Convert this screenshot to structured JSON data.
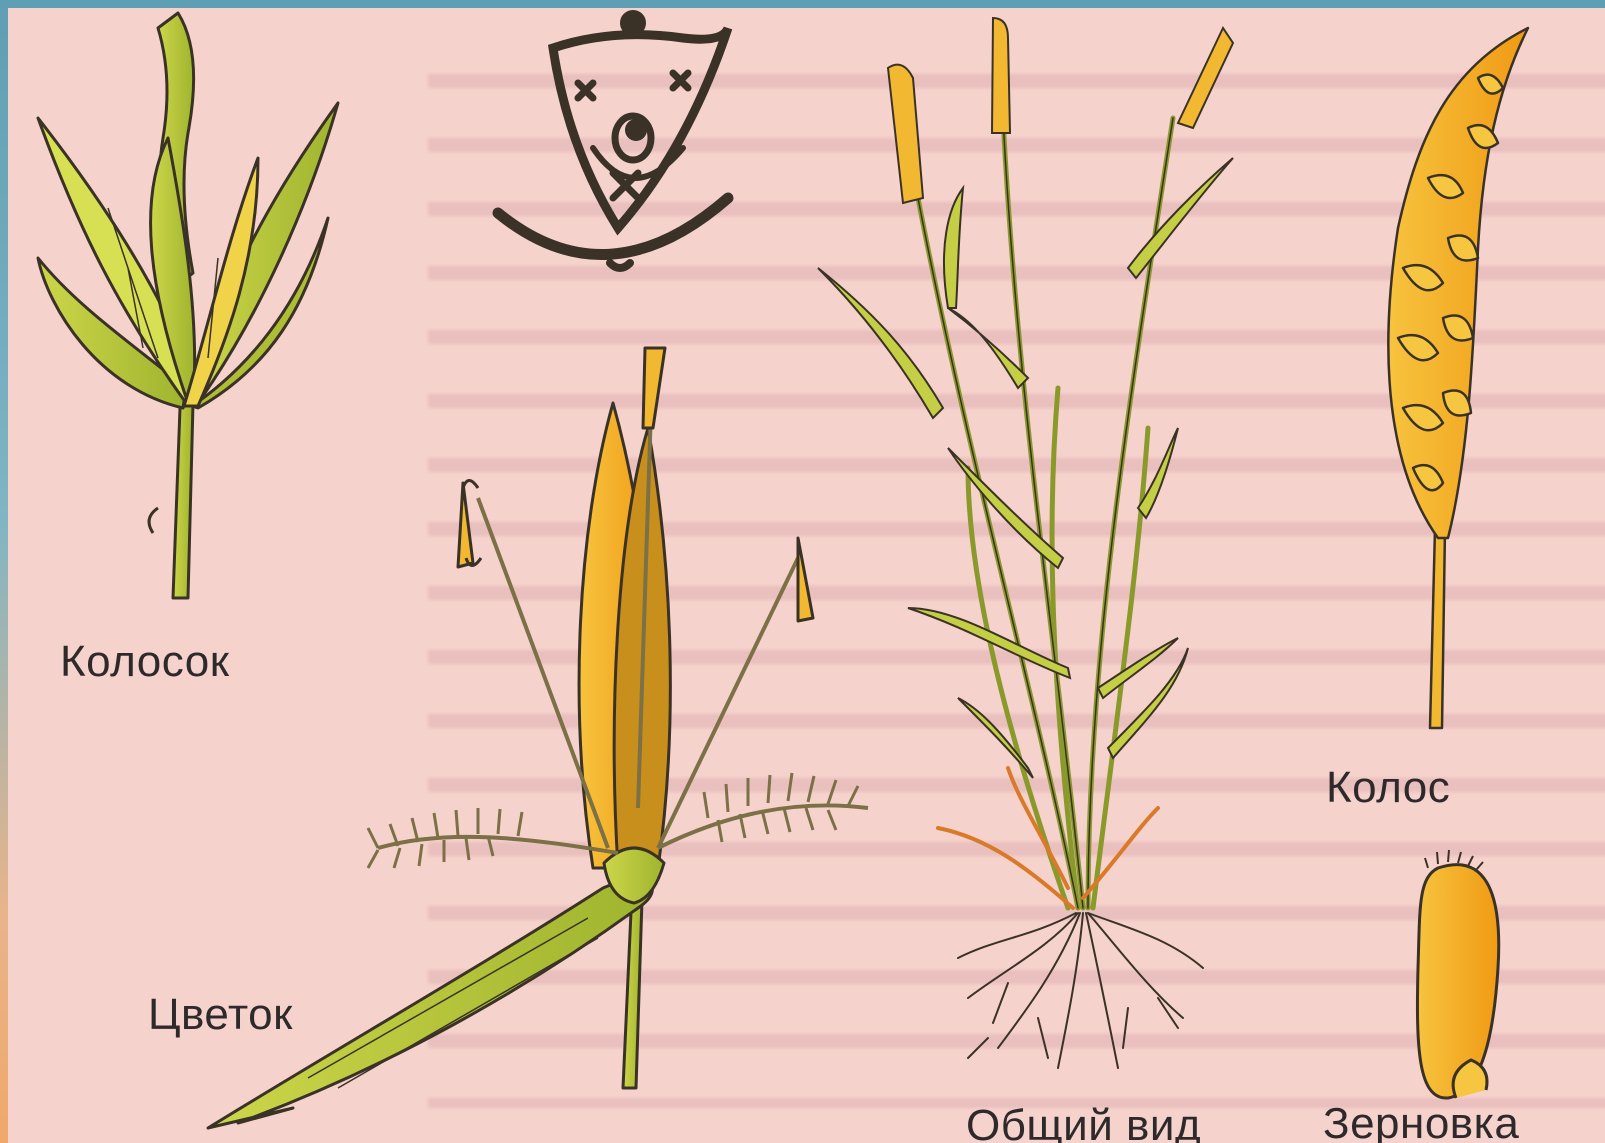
{
  "labels": {
    "spikelet": "Колосок",
    "flower": "Цветок",
    "general_view": "Общий вид",
    "spike": "Колос",
    "grain": "Зерновка"
  },
  "colors": {
    "background": "#f6d2cc",
    "leaf_green": "#b9c93a",
    "leaf_green_dark": "#8ea12a",
    "golden": "#f2a71e",
    "golden_light": "#f9c84a",
    "outline": "#3a3226"
  }
}
